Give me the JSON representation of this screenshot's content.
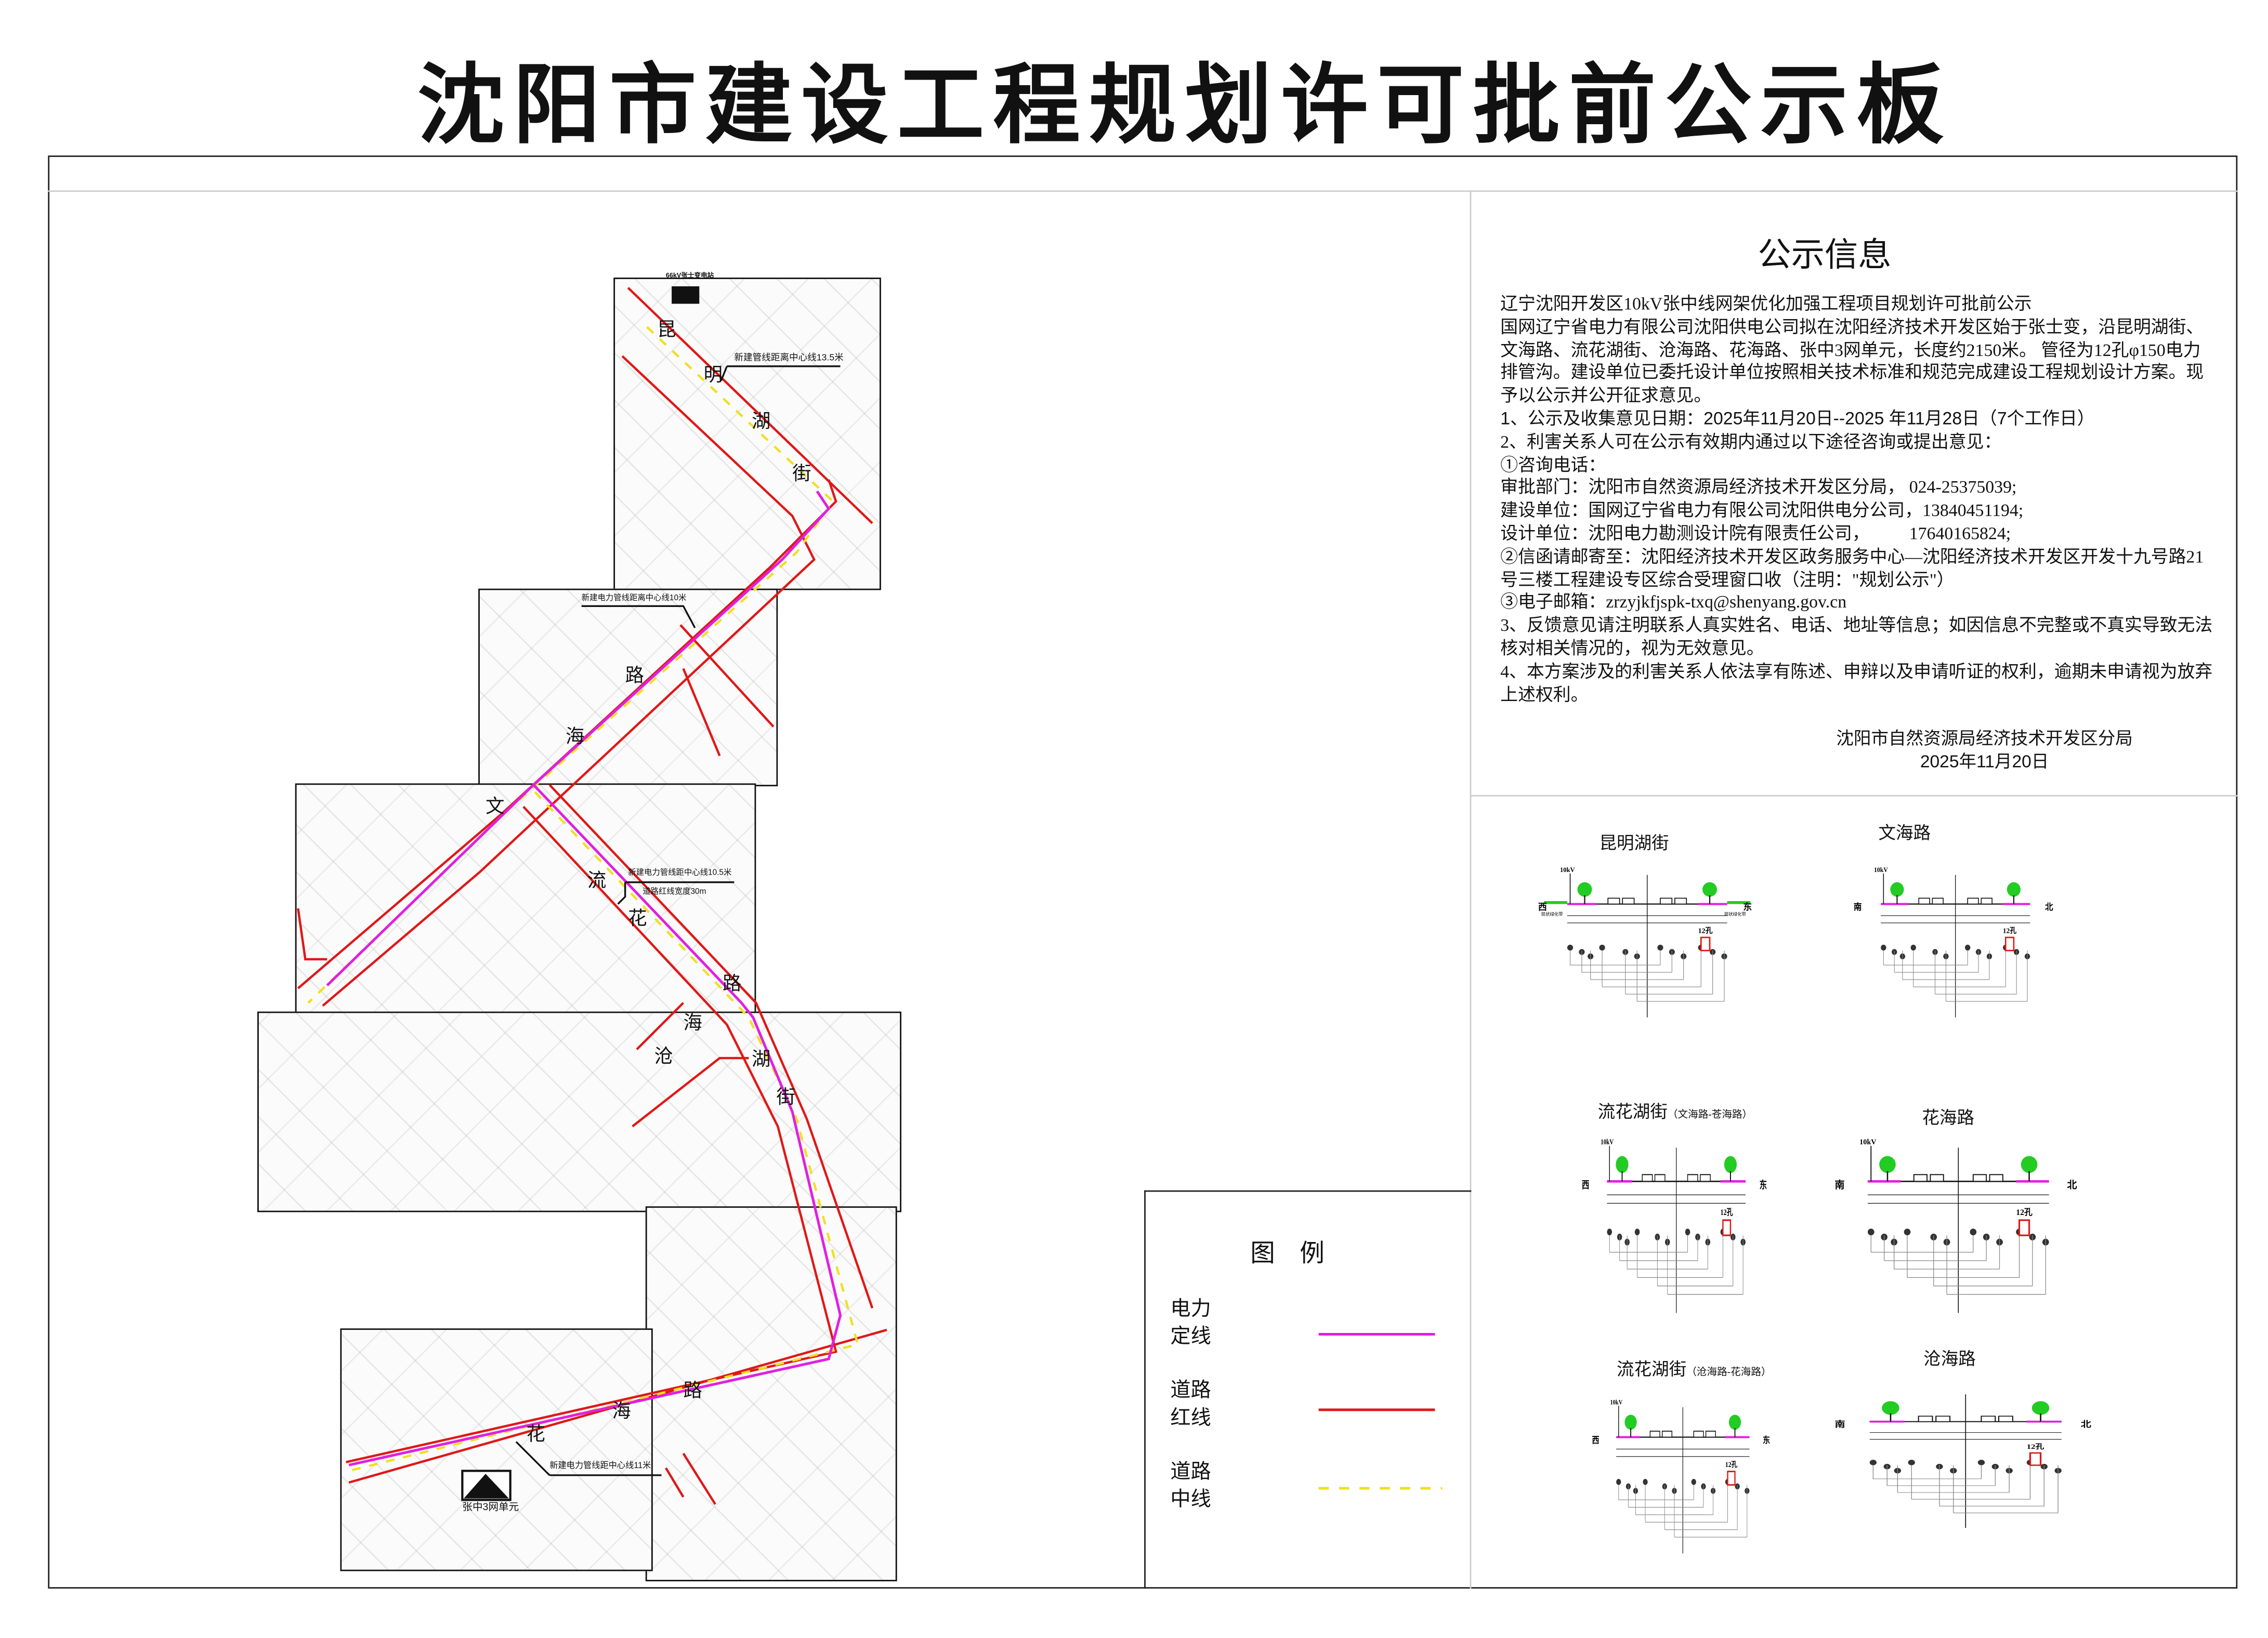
{
  "title": "沈阳市建设工程规划许可批前公示板",
  "info": {
    "heading": "公示信息",
    "paragraphs": [
      "辽宁沈阳开发区10kV张中线网架优化加强工程项目规划许可批前公示",
      "国网辽宁省电力有限公司沈阳供电公司拟在沈阳经济技术开发区始于张士变，沿昆明湖街、文海路、流花湖街、沧海路、花海路、张中3网单元，长度约2150米。 管径为12孔φ150电力排管沟。建设单位已委托设计单位按照相关技术标准和规范完成建设工程规划设计方案。现予以公示并公开征求意见。",
      "1、公示及收集意见日期：2025年11月20日--2025 年11月28日（7个工作日）",
      "2、利害关系人可在公示有效期内通过以下途径咨询或提出意见：",
      "①咨询电话：",
      "审批部门：沈阳市自然资源局经济技术开发区分局，  024-25375039;",
      "建设单位：国网辽宁省电力有限公司沈阳供电分公司，13840451194;",
      "设计单位：沈阳电力勘测设计院有限责任公司，         17640165824;",
      "②信函请邮寄至：沈阳经济技术开发区政务服务中心—沈阳经济技术开发区开发十九号路21号三楼工程建设专区综合受理窗口收（注明：\"规划公示\"）",
      "③电子邮箱：zrzyjkfjspk-txq@shenyang.gov.cn",
      "3、反馈意见请注明联系人真实姓名、电话、地址等信息；如因信息不完整或不真实导致无法核对相关情况的，视为无效意见。",
      "4、本方案涉及的利害关系人依法享有陈述、申辩以及申请听证的权利，逾期未申请视为放弃上述权利。"
    ],
    "signature": "沈阳市自然资源局经济技术开发区分局",
    "date": "2025年11月20日"
  },
  "map": {
    "substation_label": "66kV张士变电站",
    "unit_label": "张中3网单元",
    "annotations": {
      "a1": "新建管线距离中心线13.5米",
      "a2": "新建电力管线距离中心线10米",
      "a3": "新建电力管线距中心线10.5米",
      "a4": "道路红线宽度30m",
      "a5": "新建电力管线距中心线11米"
    },
    "road_chars": {
      "kunming": [
        "昆",
        "明",
        "湖",
        "街"
      ],
      "wenhai": [
        "文",
        "海",
        "路"
      ],
      "liuhua1": [
        "流",
        "花",
        "路"
      ],
      "canghai": [
        "海",
        "沧"
      ],
      "liuhua2": [
        "湖",
        "街"
      ],
      "huahai": [
        "花",
        "海",
        "路"
      ]
    }
  },
  "sections": [
    {
      "title": "昆明湖街",
      "sub": "",
      "left": "西",
      "right": "东",
      "kv": "10kV",
      "holes": "12孔",
      "green": "现状绿化带"
    },
    {
      "title": "文海路",
      "sub": "",
      "left": "南",
      "right": "北",
      "kv": "10kV",
      "holes": "12孔",
      "green": ""
    },
    {
      "title": "流花湖街",
      "sub": "（文海路-苍海路）",
      "left": "西",
      "right": "东",
      "kv": "10kV",
      "holes": "12孔",
      "green": ""
    },
    {
      "title": "花海路",
      "sub": "",
      "left": "南",
      "right": "北",
      "kv": "10kV",
      "holes": "12孔",
      "green": ""
    },
    {
      "title": "流花湖街",
      "sub": "（沧海路-花海路）",
      "left": "西",
      "right": "东",
      "kv": "10kV",
      "holes": "12孔",
      "green": ""
    },
    {
      "title": "沧海路",
      "sub": "",
      "left": "南",
      "right": "北",
      "kv": "",
      "holes": "12孔",
      "green": ""
    }
  ],
  "legend": {
    "title": "图    例",
    "items": [
      {
        "label": "电力\n定线",
        "color": "#e020e0",
        "style": "solid"
      },
      {
        "label": "道路\n红线",
        "color": "#e01818",
        "style": "solid"
      },
      {
        "label": "道路\n中线",
        "color": "#f0e020",
        "style": "dashed"
      }
    ]
  },
  "colors": {
    "power": "#e020e0",
    "redline": "#e01818",
    "centerline": "#f0e020",
    "green": "#22cc22"
  }
}
